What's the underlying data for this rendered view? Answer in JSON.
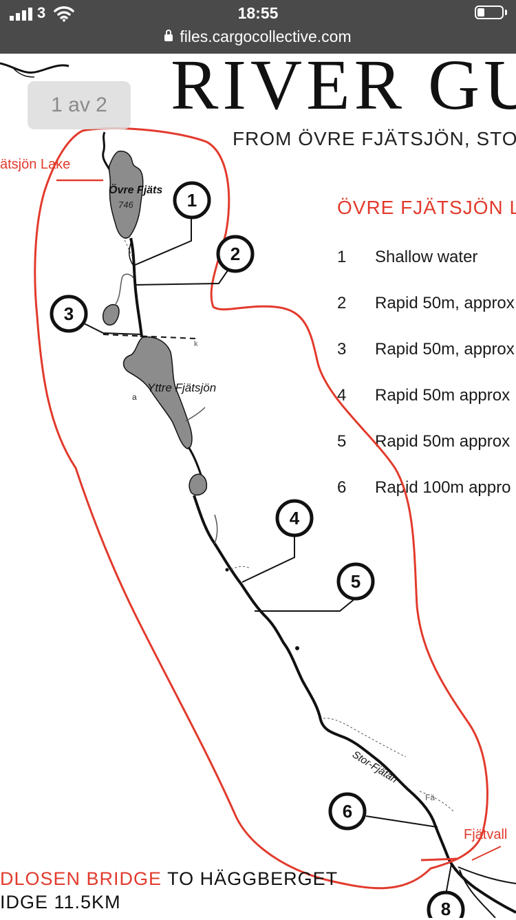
{
  "status_bar": {
    "carrier": "3",
    "time": "18:55",
    "url": "files.cargocollective.com"
  },
  "viewer": {
    "page_indicator": "1 av 2"
  },
  "document": {
    "title": "RIVER GU",
    "subtitle": "FROM ÖVRE FJÄTSJÖN, STOR",
    "section_title": "ÖVRE FJÄTSJÖN LA",
    "rapids": [
      {
        "num": "1",
        "desc": "Shallow water"
      },
      {
        "num": "2",
        "desc": "Rapid 50m, approx"
      },
      {
        "num": "3",
        "desc": "Rapid 50m, approx"
      },
      {
        "num": "4",
        "desc": "Rapid 50m approx"
      },
      {
        "num": "5",
        "desc": "Rapid 50m approx"
      },
      {
        "num": "6",
        "desc": "Rapid 100m appro"
      }
    ],
    "footer_line1": {
      "red": "DLOSEN BRIDGE",
      "black": " TO HÄGGBERGET"
    },
    "footer_line2": "IDGE 11.5KM"
  },
  "map": {
    "labels": {
      "lake_upper_red": "ätsjön Lake",
      "lake_upper": "Övre Fjäts",
      "elevation": "746",
      "lake_lower": "Yttre Fjätsjön",
      "small_a": "a",
      "river": "Stor-Fjätan",
      "fa": "Fä",
      "fjatvall_red": "Fjätvall",
      "k": "k"
    },
    "markers": [
      "1",
      "2",
      "3",
      "4",
      "5",
      "6",
      "8"
    ],
    "colors": {
      "accent": "#e23a2c",
      "water": "#8c8c8c",
      "ink": "#111111"
    }
  }
}
